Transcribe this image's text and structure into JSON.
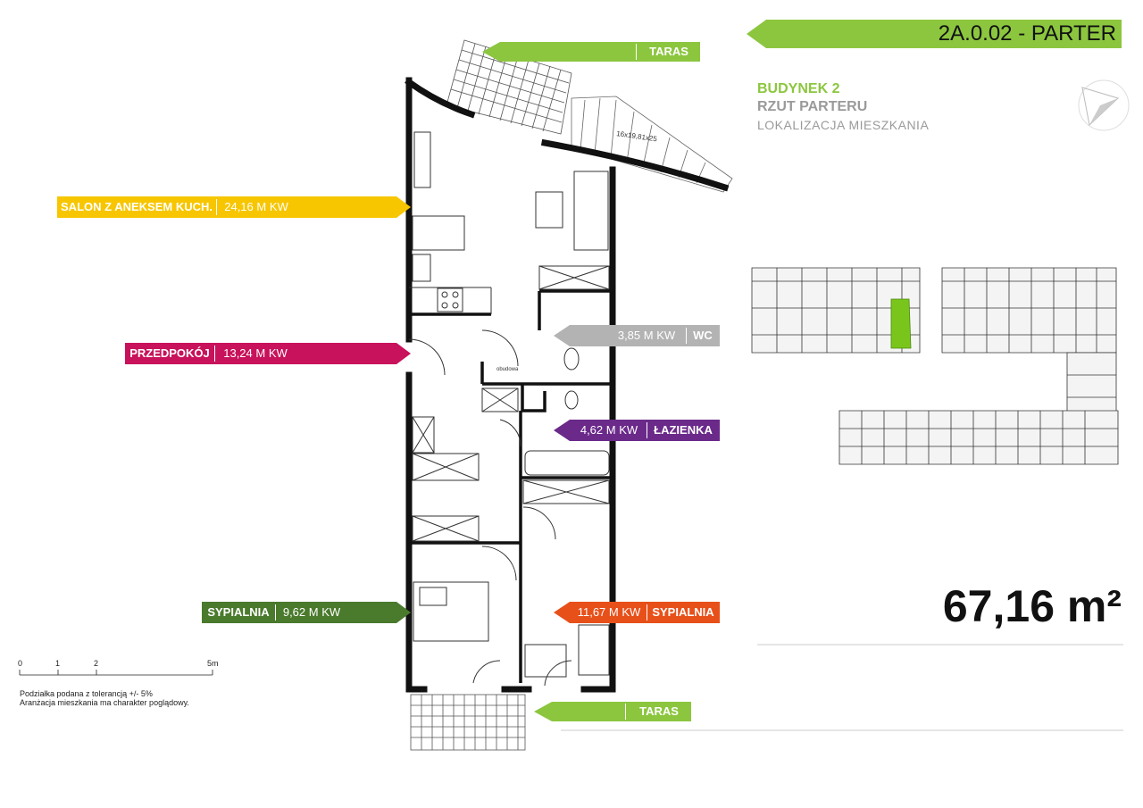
{
  "header": {
    "unit_code": "2A.0.02  - PARTER",
    "building": "BUDYNEK 2",
    "floor": "RZUT PARTERU",
    "location_label": "LOKALIZACJA MIESZKANIA",
    "accent_color": "#8cc63f"
  },
  "rooms": {
    "salon": {
      "name": "SALON Z ANEKSEM KUCH.",
      "area": "24,16 M KW",
      "color": "#f7c600"
    },
    "przedpokoj": {
      "name": "PRZEDPOKÓJ",
      "area": "13,24 M KW",
      "color": "#c8125b"
    },
    "wc": {
      "name": "WC",
      "area": "3,85 M KW",
      "color": "#b3b3b3"
    },
    "lazienka": {
      "name": "ŁAZIENKA",
      "area": "4,62 M KW",
      "color": "#6b2a8a"
    },
    "sypialnia1": {
      "name": "SYPIALNIA",
      "area": "9,62 M KW",
      "color": "#4a7a2c"
    },
    "sypialnia2": {
      "name": "SYPIALNIA",
      "area": "11,67 M KW",
      "color": "#e8501a"
    }
  },
  "taras_top": "TARAS",
  "taras_bottom": "TARAS",
  "plan_labels": {
    "obudowa": "obudowa",
    "stairs": "16x19,81x25"
  },
  "total_area": "67,16 m²",
  "scale": {
    "t0": "0",
    "t1": "1",
    "t2": "2",
    "t5": "5m"
  },
  "notes": {
    "line1": "Podziałka podana z tolerancją +/- 5%",
    "line2": "Aranżacja mieszkania ma charakter poglądowy."
  }
}
